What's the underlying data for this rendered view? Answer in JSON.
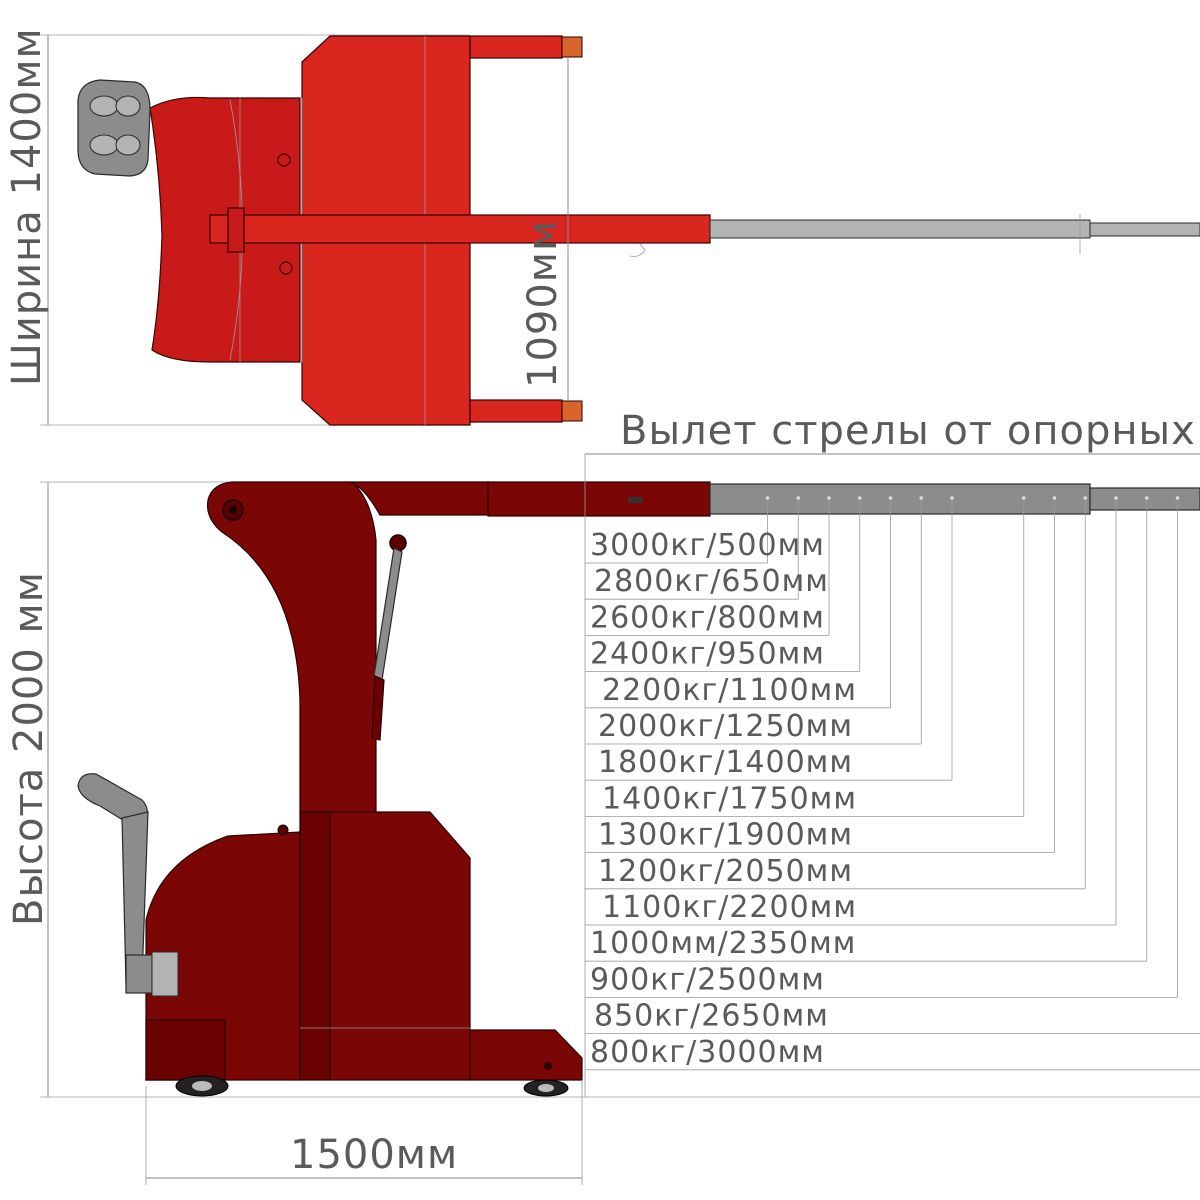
{
  "dimensions": {
    "width_label": "Ширина 1400мм",
    "inner_width_label": "1090мм",
    "height_label": "Высота 2000 мм",
    "length_label": "1500мм",
    "boom_reach_label": "Вылет стрелы от опорных к"
  },
  "load_table": [
    {
      "load": "3000кг/500мм",
      "reach_mm": 500
    },
    {
      "load": "2800кг/650мм",
      "reach_mm": 650
    },
    {
      "load": "2600кг/800мм",
      "reach_mm": 800
    },
    {
      "load": "2400кг/950мм",
      "reach_mm": 950
    },
    {
      "load": "2200кг/1100мм",
      "reach_mm": 1100
    },
    {
      "load": "2000кг/1250мм",
      "reach_mm": 1250
    },
    {
      "load": "1800кг/1400мм",
      "reach_mm": 1400
    },
    {
      "load": "1400кг/1750мм",
      "reach_mm": 1750
    },
    {
      "load": "1300кг/1900мм",
      "reach_mm": 1900
    },
    {
      "load": "1200кг/2050мм",
      "reach_mm": 2050
    },
    {
      "load": "1100кг/2200мм",
      "reach_mm": 2200
    },
    {
      "load": "1000мм/2350мм",
      "reach_mm": 2350
    },
    {
      "load": "900кг/2500мм",
      "reach_mm": 2500
    },
    {
      "load": "850кг/2650мм",
      "reach_mm": 2650
    },
    {
      "load": "800кг/3000мм",
      "reach_mm": 3000
    }
  ],
  "colors": {
    "top_view_red": "#c91a1a",
    "side_view_red": "#7a0606",
    "boom_grey": "#8c8c8c",
    "dimension_text": "#5a5a5a"
  }
}
